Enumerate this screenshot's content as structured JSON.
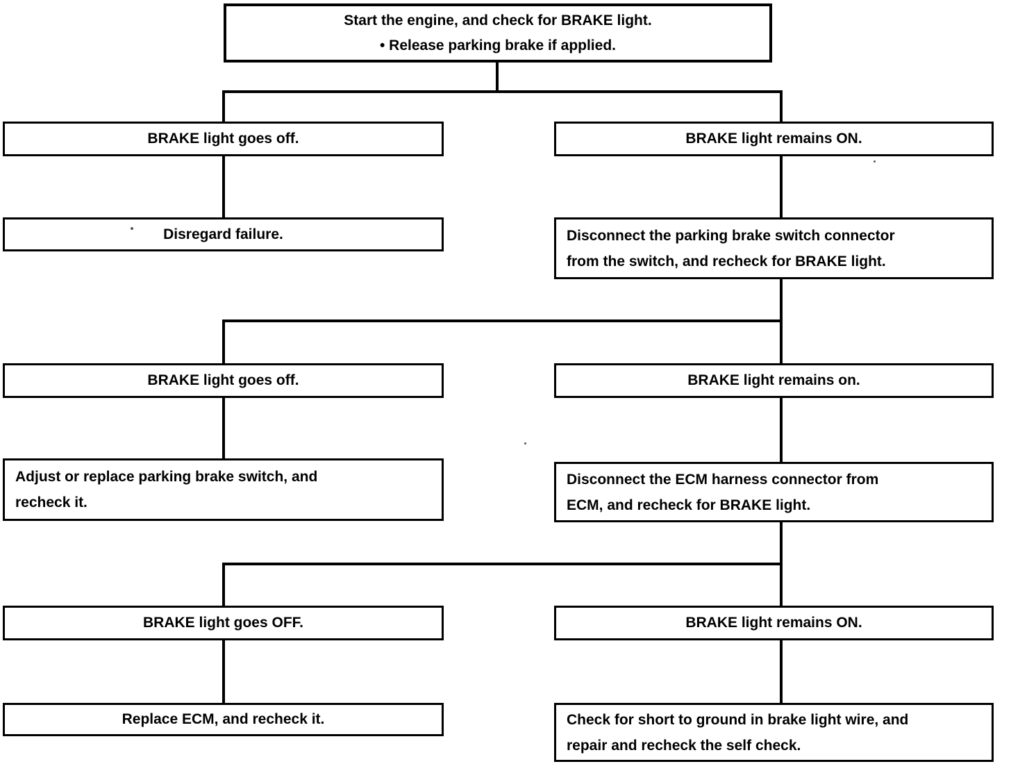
{
  "page": {
    "background_color": "#ffffff",
    "line_color": "#000000",
    "text_color": "#000000"
  },
  "flowchart": {
    "start": {
      "lines": [
        "Start the engine, and check for BRAKE light.",
        "• Release parking brake if applied."
      ]
    },
    "left_column": [
      {
        "text": "BRAKE light goes off."
      },
      {
        "text": "Disregard failure."
      },
      {
        "text": "BRAKE light goes off."
      },
      {
        "lines": [
          "Adjust or replace parking brake switch, and",
          "recheck it."
        ]
      },
      {
        "text": "BRAKE light goes OFF."
      },
      {
        "text": "Replace ECM, and recheck it."
      }
    ],
    "right_column": [
      {
        "text": "BRAKE light remains ON."
      },
      {
        "lines": [
          "Disconnect the parking brake switch connector",
          "from the switch, and recheck for BRAKE light."
        ]
      },
      {
        "text": "BRAKE light remains on."
      },
      {
        "lines": [
          "Disconnect the ECM harness connector from",
          "ECM, and recheck for BRAKE light."
        ]
      },
      {
        "text": "BRAKE light remains ON."
      },
      {
        "lines": [
          "Check for short to ground in brake light wire, and",
          "repair and recheck the self check."
        ]
      }
    ]
  }
}
